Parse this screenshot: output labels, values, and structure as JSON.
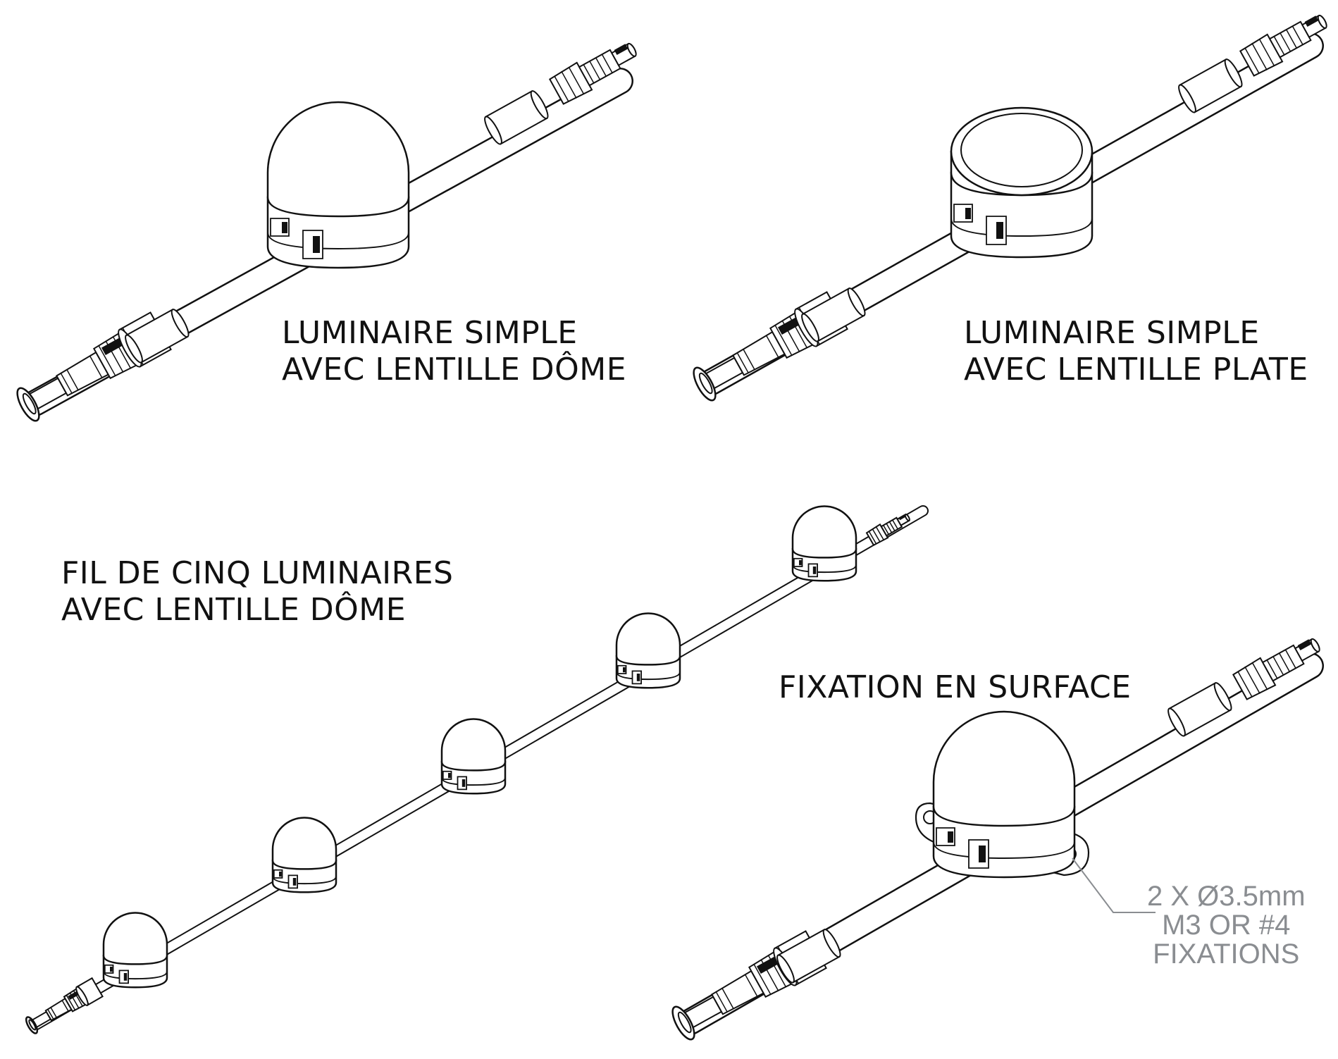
{
  "colors": {
    "line": "#111111",
    "fill": "#ffffff",
    "callout": "#8a8d91"
  },
  "labels": {
    "dome_single": [
      "LUMINAIRE SIMPLE",
      "AVEC LENTILLE DÔME"
    ],
    "flat_single": [
      "LUMINAIRE SIMPLE",
      "AVEC LENTILLE PLATE"
    ],
    "string_five": [
      "FIL DE CINQ LUMINAIRES",
      "AVEC LENTILLE DÔME"
    ],
    "surface_mount": [
      "FIXATION EN SURFACE"
    ]
  },
  "callout": [
    "2 X Ø3.5mm",
    "M3 OR #4",
    "FIXATIONS"
  ],
  "icons": {
    "dome": "dome-luminaire-icon",
    "flat": "flat-lens-luminaire-icon",
    "male_connector": "male-connector-icon",
    "female_connector": "female-connector-icon",
    "mount_plate": "mounting-plate-icon"
  }
}
